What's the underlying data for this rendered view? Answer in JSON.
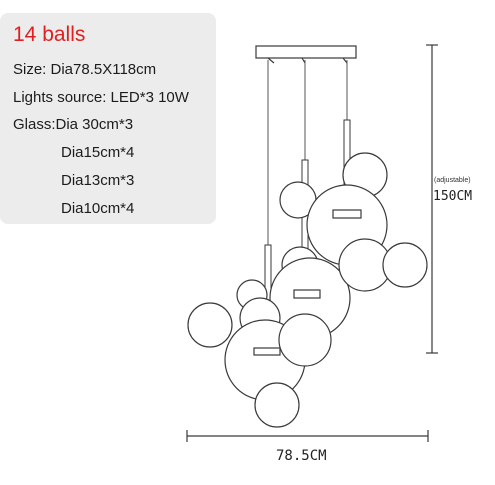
{
  "spec": {
    "title": "14 balls",
    "size": "Size: Dia78.5X118cm",
    "light_source": "Lights source: LED*3 10W",
    "glass_main": "Glass:Dia 30cm*3",
    "glass_items": [
      "Dia15cm*4",
      "Dia13cm*3",
      "Dia10cm*4"
    ]
  },
  "dimensions": {
    "height_note": "(adjustable)",
    "height": "150CM",
    "width": "78.5CM"
  },
  "colors": {
    "title_red": "#e02020",
    "card_bg": "#ececec",
    "line": "#3a3a3a"
  }
}
